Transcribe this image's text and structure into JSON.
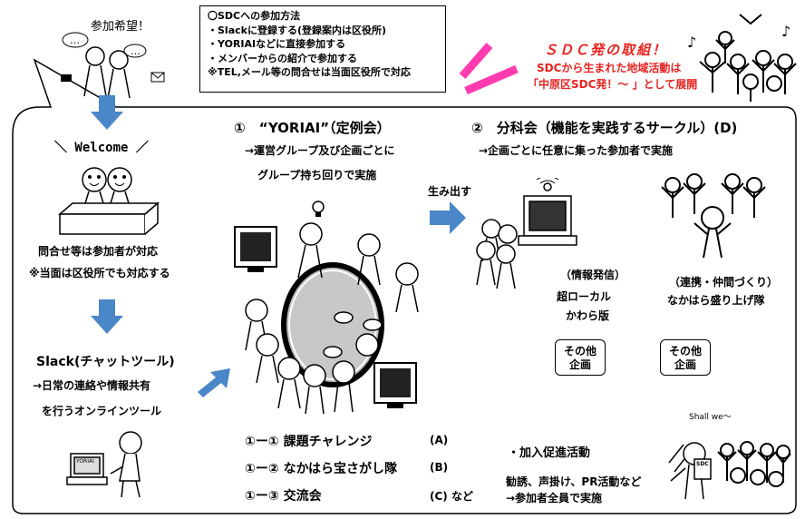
{
  "join_wish": "参加希望！",
  "info": {
    "title": "〇SDCへの参加方法",
    "lines": [
      "・Slackに登録する(登録案内は区役所)",
      "・YORIAIなどに直接参加する",
      "・メンバーからの紹介で参加する",
      "※TEL,メール等の問合せは当面区役所で対応"
    ]
  },
  "sdc": {
    "title": "ＳＤＣ発の取組！",
    "line1": "SDCから生まれた地域活動は",
    "line2": "「中原区SDC発！～ 」として展開"
  },
  "welcome": "＼ Welcome ／",
  "inquiry": {
    "line1": "問合せ等は参加者が対応",
    "line2": "※当面は区役所でも対応する"
  },
  "slack": {
    "title": "Slack(チャットツール)",
    "line1": "→日常の連絡や情報共有",
    "line2": "を行うオンラインツール"
  },
  "yoriai": {
    "title": "①　“YORIAI”（定例会）",
    "line1": "→運営グループ及び企画ごとに",
    "line2": "グループ持ち回りで実施"
  },
  "umidasu": "生み出す",
  "bunka": {
    "title": "②　分科会（機能を実践するサークル）(D)",
    "line1": "→企画ごとに任意に集った参加者で実施"
  },
  "info_hasshin": {
    "line1": "（情報発信）",
    "line2": "超ローカル",
    "line3": "かわら版"
  },
  "renkei": {
    "line1": "（連携・仲間づくり）",
    "line2": "なかはら盛り上げ隊"
  },
  "other1": {
    "line1": "その他",
    "line2": "企画"
  },
  "other2": {
    "line1": "その他",
    "line2": "企画"
  },
  "items": [
    {
      "label": "①ー① 課題チャレンジ",
      "tag": "(A)"
    },
    {
      "label": "①ー② なかはら宝さがし隊",
      "tag": "(B)"
    },
    {
      "label": "①ー③ 交流会",
      "tag": "(C) など"
    }
  ],
  "kanyu": {
    "title": "・加入促進活動",
    "line1": "勧誘、声掛け、PR活動など",
    "line2": "→参加者全員で実施"
  },
  "shall_we": "Shall we～",
  "bubble_dots": "…",
  "sdc_tag": "SDC",
  "monitor_label": "YORIAI",
  "colors": {
    "arrow": "#4a86c8",
    "accent": "#ff3bb0",
    "red": "#e8231f"
  }
}
